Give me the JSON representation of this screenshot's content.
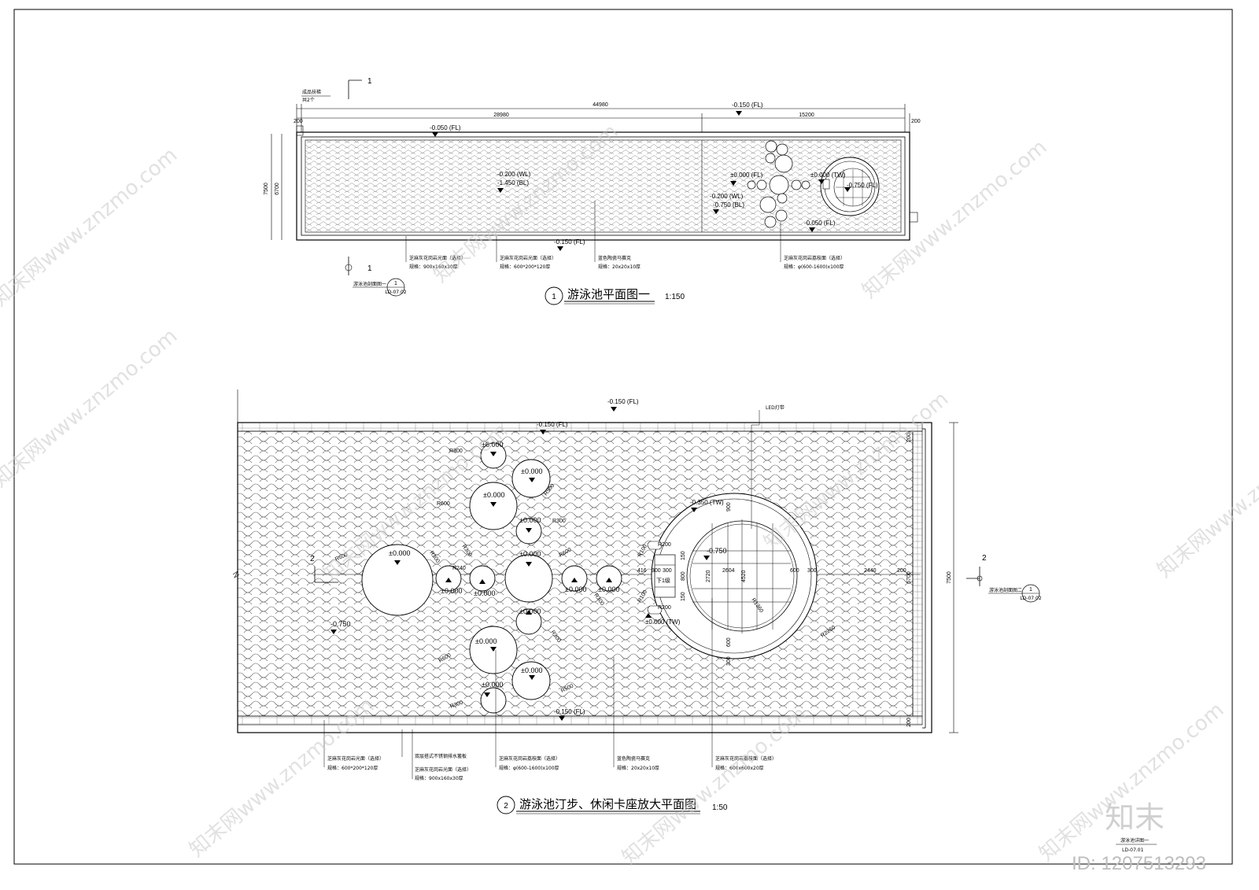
{
  "plan1": {
    "title": "游泳池平面图一",
    "index": "1",
    "scale": "1:150",
    "section_mark": "1",
    "top_note_1": "成品扶梯",
    "top_note_2": "共2个",
    "dim_total": "44980",
    "dim_left": "28980",
    "dim_right": "15200",
    "dim_edge": "200",
    "dim_height": "7500",
    "dim_inner": "6700",
    "levels": {
      "fl_top_center": "-0.150 (FL)",
      "fl_top_left": "-0.050 (FL)",
      "wl": "-0.200 (WL)",
      "bl": "-1.450 (BL)",
      "fl_bottom": "-0.150 (FL)",
      "step": "±0.000 (FL)",
      "tw": "±0.000 (TW)",
      "wl2": "-0.200 (WL)",
      "bl2": "-0.750 (BL)",
      "fl_right": "-0.750 (FL)",
      "fl_low_right": "-0.050 (FL)"
    },
    "notes": [
      {
        "l1": "芝麻灰花岗岩光面（选择）",
        "l2": "规格：900x160x30厚"
      },
      {
        "l1": "芝麻灰花岗岩光面（选择）",
        "l2": "规格：600*200*120厚"
      },
      {
        "l1": "蓝色陶瓷马赛克",
        "l2": "规格：20x20x10厚"
      },
      {
        "l1": "芝麻灰花岗岩荔枝面（选择）",
        "l2": "规格：φ(600-1600)x100厚"
      }
    ],
    "ref_label": "游泳池剖面图一",
    "ref_num": "1",
    "ref_sheet": "LD-07.02"
  },
  "plan2": {
    "title": "游泳池汀步、休闲卡座放大平面图",
    "index": "2",
    "scale": "1:50",
    "section_mark": "2",
    "led": "LED灯带",
    "levels": {
      "fl_top": "-0.150 (FL)",
      "fl_top2": "-0.150 (FL)",
      "fl_bottom": "-0.150 (FL)",
      "tw_top": "-0.350 (TW)",
      "tw_bottom": "±0.000 (TW)",
      "seat": "-0.750",
      "pool": "-0.750",
      "step": "±0.000"
    },
    "radii": {
      "r300": "R300",
      "r500": "R500",
      "r600": "R600",
      "r200": "R200",
      "r100": "R100",
      "r1360": "R1360",
      "r2260": "R2260",
      "r240": "R240"
    },
    "dims": {
      "d416": "416",
      "d300": "300",
      "d2604": "2604",
      "d600": "600",
      "d2440": "2440",
      "d200": "200",
      "d6700": "6700",
      "d7500": "7500",
      "d2720": "2720",
      "d4520": "4520",
      "d900": "900",
      "d800": "800",
      "d150": "150",
      "down": "下1级"
    },
    "notes": [
      {
        "l1": "芝麻灰花岗岩光面（选择）",
        "l2": "规格：600*200*120厚"
      },
      {
        "l1": "双层搭式不锈钢排水篦板",
        "l2": ""
      },
      {
        "l1": "芝麻灰花岗岩光面（选择）",
        "l2": "规格：900x160x30厚"
      },
      {
        "l1": "芝麻灰花岗岩荔枝面（选择）",
        "l2": "规格：φ(600-1600)x100厚"
      },
      {
        "l1": "蓝色陶瓷马赛克",
        "l2": "规格：20x20x10厚"
      },
      {
        "l1": "芝麻灰花岗岩荔枝面（选择）",
        "l2": "规格：600x600x20厚"
      }
    ],
    "ref_label": "游泳池剖面图二",
    "ref_num": "1",
    "ref_sheet": "LD-07.02"
  },
  "corner": {
    "label": "游泳池详图一",
    "sheet": "LD-07.01",
    "brand": "知末",
    "id": "ID: 1207513293"
  },
  "watermark": {
    "text": "知末网www.znzmo.com"
  }
}
